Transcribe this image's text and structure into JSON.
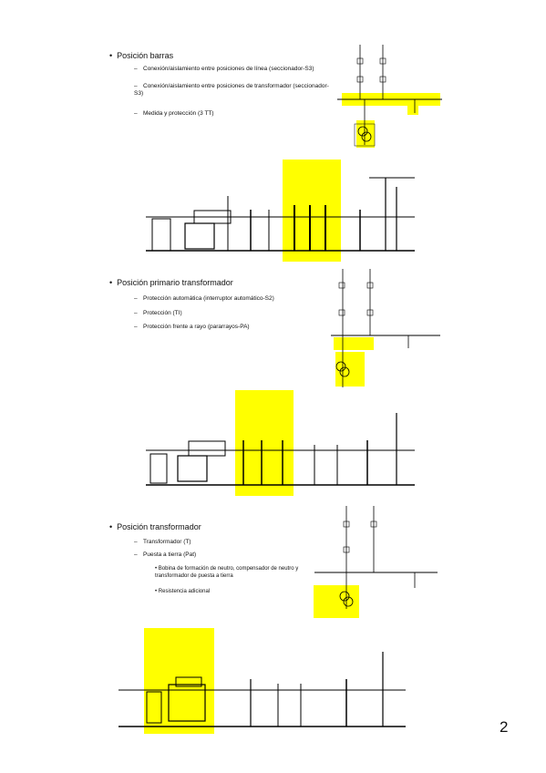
{
  "page_number": "2",
  "sections": [
    {
      "title": "Posición barras",
      "items": [
        "Conexión/aislamiento entre posiciones de línea (seccionador-S3)",
        "Conexión/aislamiento entre posiciones de transformador (seccionador-S3)",
        "Medida y protección (3 TT)"
      ],
      "subitems": []
    },
    {
      "title": "Posición primario transformador",
      "items": [
        "Protección automática (interruptor automático-S2)",
        "Protección (TI)",
        "Protección frente a rayo (pararrayos-PA)"
      ],
      "subitems": []
    },
    {
      "title": "Posición transformador",
      "items": [
        "Transformador (T)",
        "Puesta a tierra (Pat)"
      ],
      "subitems": [
        "Bobina de formación de neutro, compensador de neutro y transformador de puesta a tierra",
        "Resistencia adicional"
      ]
    }
  ],
  "highlight_color": "#ffff00"
}
